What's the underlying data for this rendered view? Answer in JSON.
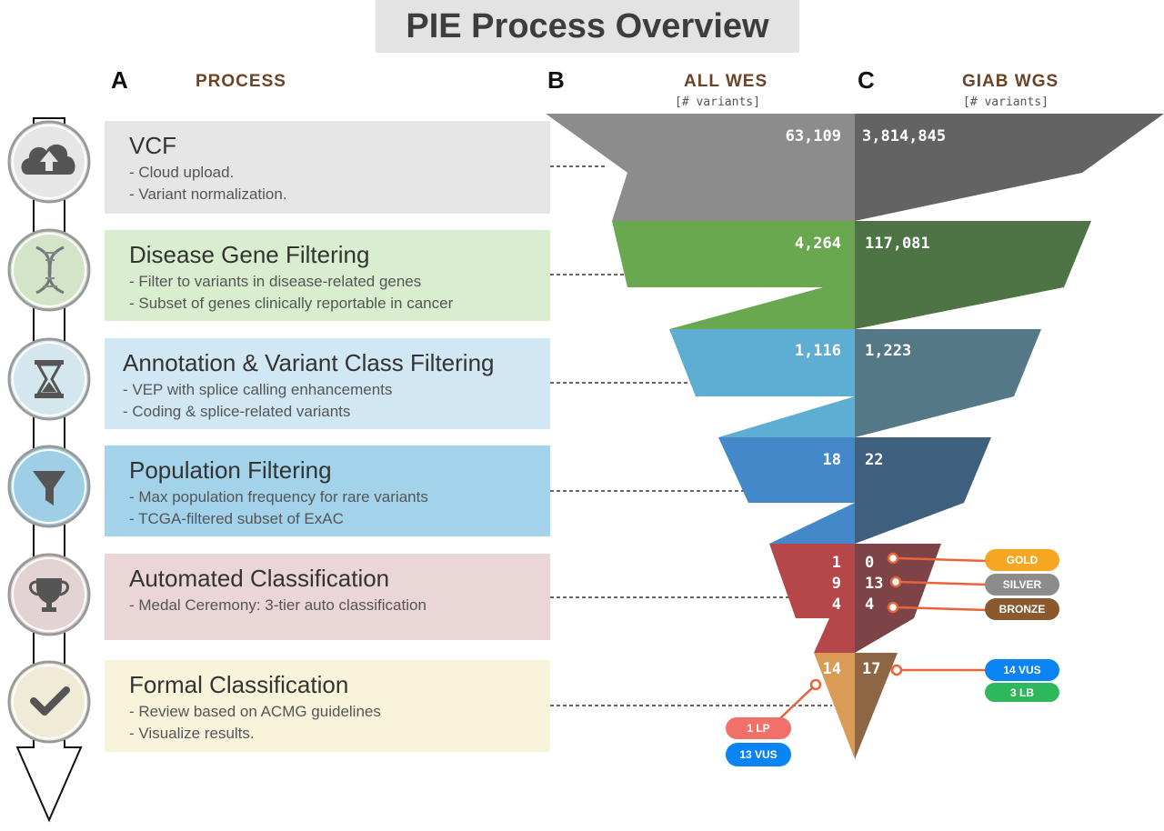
{
  "title": "PIE Process Overview",
  "panels": {
    "a": {
      "letter": "A",
      "heading": "PROCESS"
    },
    "b": {
      "letter": "B",
      "heading": "ALL WES",
      "sub": "[# variants]"
    },
    "c": {
      "letter": "C",
      "heading": "GIAB WGS",
      "sub": "[# variants]"
    }
  },
  "stages": [
    {
      "title": "VCF",
      "lines": [
        "- Cloud upload.",
        "- Variant normalization."
      ],
      "icon": "cloud-upload-icon",
      "color": "#e6e6e6",
      "wes": "63,109",
      "wgs": "3,814,845"
    },
    {
      "title": "Disease Gene Filtering",
      "lines": [
        "- Filter to variants in disease-related genes",
        "- Subset of genes clinically reportable in cancer"
      ],
      "icon": "dna-icon",
      "color": "#d9edcf",
      "wes": "4,264",
      "wgs": "117,081"
    },
    {
      "title": "Annotation & Variant Class Filtering",
      "lines": [
        "- VEP with splice calling enhancements",
        "- Coding & splice-related variants"
      ],
      "icon": "hourglass-icon",
      "color": "#d1e7f3",
      "wes": "1,116",
      "wgs": "1,223"
    },
    {
      "title": "Population Filtering",
      "lines": [
        "- Max population frequency for rare variants",
        "- TCGA-filtered subset of ExAC"
      ],
      "icon": "funnel-icon",
      "color": "#a2d3ea",
      "wes": "18",
      "wgs": "22"
    },
    {
      "title": "Automated Classification",
      "lines": [
        "- Medal Ceremony: 3-tier auto classification"
      ],
      "icon": "trophy-icon",
      "color": "#ead6d6",
      "wes_medals": [
        "1",
        "9",
        "4"
      ],
      "wgs_medals": [
        "0",
        "13",
        "4"
      ]
    },
    {
      "title": "Formal Classification",
      "lines": [
        "- Review based on ACMG guidelines",
        "- Visualize results."
      ],
      "icon": "checkmark-icon",
      "color": "#f8f4dc",
      "wes": "14",
      "wgs": "17"
    }
  ],
  "medal_labels": [
    {
      "text": "GOLD",
      "color": "#f5a623"
    },
    {
      "text": "SILVER",
      "color": "#8c8c8c"
    },
    {
      "text": "BRONZE",
      "color": "#8a5a2e"
    }
  ],
  "wgs_final_labels": [
    {
      "text": "14 VUS",
      "color": "#0b84f3"
    },
    {
      "text": "3 LB",
      "color": "#2eb85c"
    }
  ],
  "wes_final_labels": [
    {
      "text": "1 LP",
      "color": "#f2706a"
    },
    {
      "text": "13 VUS",
      "color": "#0b84f3"
    }
  ],
  "funnel_colors": {
    "left": [
      "#8c8c8c",
      "#6aa84f",
      "#5eaed3",
      "#4388c8",
      "#b5474a",
      "#d99b55"
    ],
    "right": [
      "#636363",
      "#4e7344",
      "#557886",
      "#3f5f7f",
      "#7d4346",
      "#8e6644"
    ]
  }
}
